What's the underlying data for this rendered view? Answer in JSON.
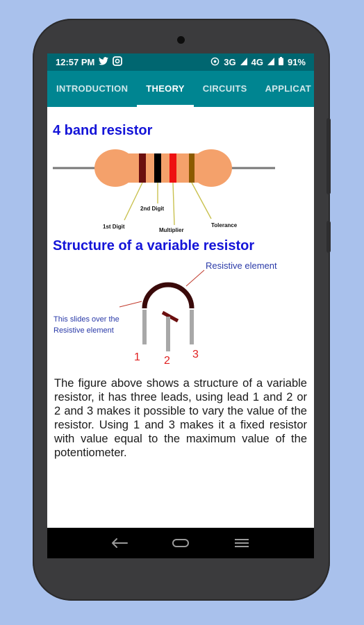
{
  "status": {
    "time": "12:57 PM",
    "network_3g": "3G",
    "network_4g": "4G",
    "battery": "91%"
  },
  "tabs": [
    {
      "label": "INTRODUCTION",
      "active": false
    },
    {
      "label": "THEORY",
      "active": true
    },
    {
      "label": "CIRCUITS",
      "active": false
    },
    {
      "label": "APPLICAT",
      "active": false
    }
  ],
  "section1": {
    "heading": "4 band resistor",
    "labels": {
      "first_digit": "1st Digit",
      "second_digit": "2nd Digit",
      "multiplier": "Multiplier",
      "tolerance": "Tolerance"
    }
  },
  "section2": {
    "heading": "Structure of a variable resistor",
    "labels": {
      "resistive_element": "Resistive element",
      "slides_line1": "This slides over the",
      "slides_line2": "Resistive element",
      "lead1": "1",
      "lead2": "2",
      "lead3": "3"
    }
  },
  "paragraph": "The figure above shows a structure of a variable resistor, it has three leads, using lead 1 and 2 or 2 and 3 makes it possible to vary the value of the resistor. Using 1 and 3 makes it a fixed resistor with value equal to the maximum value of the potentiometer.",
  "colors": {
    "status_bar": "#006670",
    "tab_bar": "#008591",
    "heading": "#1414d8",
    "background": "#a9c1ec"
  }
}
